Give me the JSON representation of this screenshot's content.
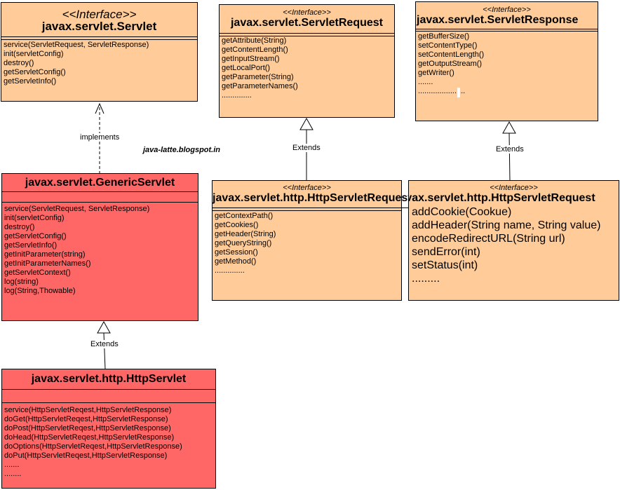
{
  "watermark": "java-latte.blogspot.in",
  "connectors": {
    "implements": "implements",
    "extends_generic": "Extends",
    "extends_request": "Extends",
    "extends_response": "Extends"
  },
  "servlet": {
    "stereotype": "<<Interface>>",
    "title": "javax.servlet.Servlet",
    "methods": [
      "service(ServletRequest, ServletResponse)",
      "init(servletConfig)",
      "destroy()",
      "getServletConfig()",
      "getServletInfo()"
    ]
  },
  "servlet_request": {
    "stereotype": "<<Interface>>",
    "title": "javax.servlet.ServletRequest",
    "methods": [
      "getAttribute(String)",
      "getContentLength()",
      "getInputStream()",
      "getLocalPort()",
      "getParameter(String)",
      "getParameterNames()",
      ".............."
    ]
  },
  "servlet_response": {
    "stereotype": "<<Interface>>",
    "title": "javax.servlet.ServletResponse",
    "methods": [
      "getBufferSize()",
      "setContentType()",
      "setContentLength()",
      "getOutputStream()",
      "getWriter()",
      ".......",
      "......................"
    ]
  },
  "generic_servlet": {
    "title": "javax.servlet.GenericServlet",
    "methods": [
      "service(ServletRequest, ServletResponse)",
      "init(servletConfig)",
      "destroy()",
      "getServletConfig()",
      "getServletInfo()",
      "getInitParameter(string)",
      "getInitParameterNames()",
      "getServletContext()",
      "log(string)",
      "log(String,Thowable)"
    ]
  },
  "http_servlet_request": {
    "stereotype": "<<Interface>>",
    "title": "javax.servlet.http.HttpServletRequest",
    "methods": [
      "getContextPath()",
      "getCookies()",
      "getHeader(String)",
      "getQueryString()",
      "getSession()",
      "getMethod()",
      ".............."
    ]
  },
  "http_servlet_response": {
    "stereotype": "<<Interface>>",
    "title": "javax.servlet.http.HttpServletRequest",
    "methods": [
      "addCookie(Cookue)",
      "addHeader(String name, String value)",
      "encodeRedirectURL(String url)",
      "sendError(int)",
      "setStatus(int)",
      "........."
    ]
  },
  "http_servlet": {
    "title": "javax.servlet.http.HttpServlet",
    "methods": [
      "service(HttpServletReqest,HttpServletResponse)",
      "doGet(HttpServletReqest,HttpServletResponse)",
      "doPost(HttpServletReqest,HttpServletResponse)",
      "doHead(HttpServletReqest,HttpServletResponse)",
      "doOptions(HttpServletReqest,HttpServletResponse)",
      "doPut(HttpServletReqest,HttpServletResponse)",
      ".......",
      "........"
    ]
  }
}
